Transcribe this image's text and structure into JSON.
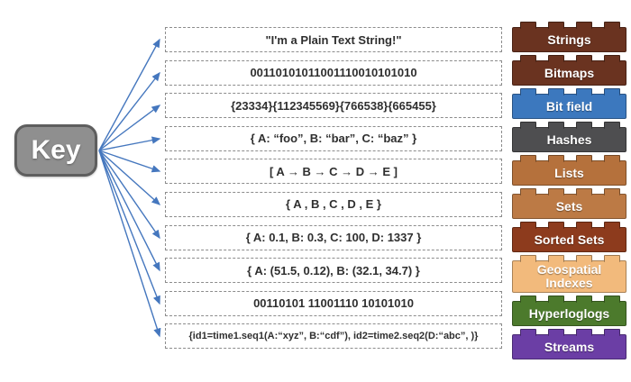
{
  "key": {
    "label": "Key"
  },
  "value_boxes": [
    {
      "value": "\"I'm a Plain Text String!\""
    },
    {
      "value": "00110101011001110010101010"
    },
    {
      "value": "{23334}{112345569}{766538}{665455}"
    },
    {
      "value": "{ A: “foo”, B: “bar”, C: “baz” }"
    },
    {
      "value": "[ A → B → C → D → E ]"
    },
    {
      "value": "{ A , B , C , D , E }"
    },
    {
      "value": "{ A: 0.1, B: 0.3, C: 100, D: 1337 }"
    },
    {
      "value": "{ A: (51.5, 0.12), B: (32.1, 34.7) }"
    },
    {
      "value": "00110101 11001110 10101010"
    },
    {
      "value": "{id1=time1.seq1(A:“xyz”, B:“cdf”), id2=time2.seq2(D:“abc”, )}"
    }
  ],
  "bricks": [
    {
      "label": "Strings",
      "color": "#6A3320"
    },
    {
      "label": "Bitmaps",
      "color": "#6A3320"
    },
    {
      "label": "Bit field",
      "color": "#3C78BE"
    },
    {
      "label": "Hashes",
      "color": "#4E4E50"
    },
    {
      "label": "Lists",
      "color": "#B5713C"
    },
    {
      "label": "Sets",
      "color": "#BC7A45"
    },
    {
      "label": "Sorted Sets",
      "color": "#8D3B1D"
    },
    {
      "label": "Geospatial Indexes",
      "color": "#F2BA7C"
    },
    {
      "label": "Hyperloglogs",
      "color": "#4C7A2C"
    },
    {
      "label": "Streams",
      "color": "#6B3EA5"
    }
  ],
  "colors": {
    "arrow": "#4577BE",
    "key_fill": "#8F8F8F",
    "key_border": "#5E5E5E",
    "dashed_border": "#8C8C8C"
  }
}
